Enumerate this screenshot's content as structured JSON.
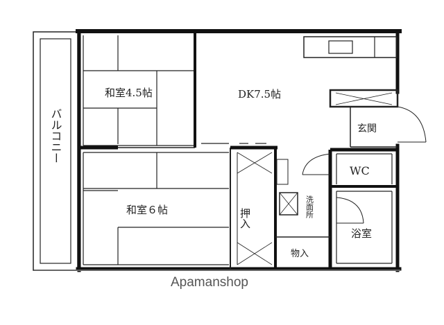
{
  "rooms": {
    "washitsu_45": "和室4.5帖",
    "dk": "DK7.5帖",
    "genkan": "玄関",
    "wc": "WC",
    "washitsu_6": "和室６帖",
    "oshiire": "押入",
    "senmenjo": "洗面所",
    "monoire": "物入",
    "yokushitsu": "浴室"
  },
  "balcony": "バルコニー",
  "watermark": "Apamanshop"
}
